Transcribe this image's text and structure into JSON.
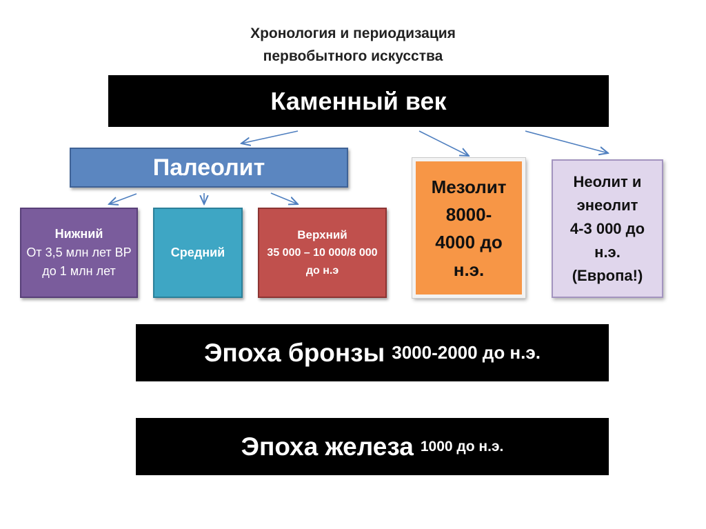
{
  "title": {
    "line1": "Хронология и периодизация",
    "line2": "первобытного искусства"
  },
  "stone_age": "Каменный век",
  "paleolithic": {
    "label": "Палеолит",
    "lower": {
      "heading": "Нижний",
      "body": "От 3,5 млн лет BP до 1 млн лет"
    },
    "middle": {
      "heading": "Средний"
    },
    "upper": {
      "heading": "Верхний",
      "body": "35 000 – 10 000/8 000 до н.э"
    }
  },
  "mesolithic": {
    "line1": "Мезолит",
    "line2": "8000-",
    "line3": "4000 до",
    "line4": "н.э."
  },
  "neolithic": {
    "line1": "Неолит и",
    "line2": "энеолит",
    "line3": "4-3 000 до",
    "line4": "н.э.",
    "line5": "(Европа!)"
  },
  "bronze_age": {
    "name": "Эпоха бронзы",
    "dates": "3000-2000 до н.э."
  },
  "iron_age": {
    "name": "Эпоха железа",
    "dates": "1000 до н.э."
  },
  "colors": {
    "paleolithic": "#5b86c0",
    "lower": "#7a5c9c",
    "middle": "#3ea6c4",
    "upper": "#c0504d",
    "mesolithic": "#f79646",
    "neolithic": "#e0d6ec",
    "arrow": "#4f7fbf"
  }
}
